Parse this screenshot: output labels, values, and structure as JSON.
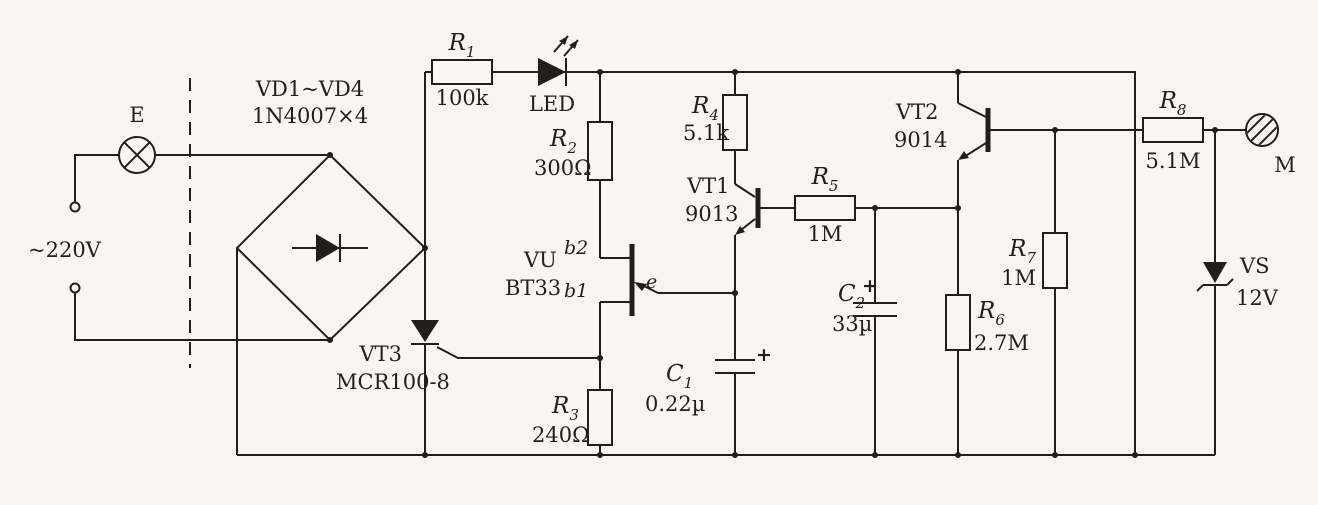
{
  "figure": {
    "type": "circuit-schematic",
    "background": "#f7f6f2",
    "ink": "#221f1b"
  },
  "power": {
    "source_label": "~220V",
    "lamp_label": "E",
    "bridge_line1": "VD1~VD4",
    "bridge_line2": "1N4007×4"
  },
  "components": {
    "r1": {
      "ref": "R",
      "sub": "1",
      "value": "100k"
    },
    "r2": {
      "ref": "R",
      "sub": "2",
      "value": "300Ω"
    },
    "r3": {
      "ref": "R",
      "sub": "3",
      "value": "240Ω"
    },
    "r4": {
      "ref": "R",
      "sub": "4",
      "value": "5.1k"
    },
    "r5": {
      "ref": "R",
      "sub": "5",
      "value": "1M"
    },
    "r6": {
      "ref": "R",
      "sub": "6",
      "value": "2.7M"
    },
    "r7": {
      "ref": "R",
      "sub": "7",
      "value": "1M"
    },
    "r8": {
      "ref": "R",
      "sub": "8",
      "value": "5.1M"
    },
    "c1": {
      "ref": "C",
      "sub": "1",
      "value": "0.22µ",
      "polarity": "+"
    },
    "c2": {
      "ref": "C",
      "sub": "2",
      "value": "33µ",
      "polarity": "+"
    },
    "led": {
      "label": "LED"
    },
    "vu": {
      "name": "VU",
      "model": "BT33",
      "pin_b2": "b2",
      "pin_b1": "b1",
      "pin_e": "e"
    },
    "vt1": {
      "name": "VT1",
      "model": "9013"
    },
    "vt2": {
      "name": "VT2",
      "model": "9014"
    },
    "vt3": {
      "name": "VT3",
      "model": "MCR100-8"
    },
    "vs": {
      "name": "VS",
      "value": "12V"
    },
    "m": {
      "label": "M"
    }
  }
}
